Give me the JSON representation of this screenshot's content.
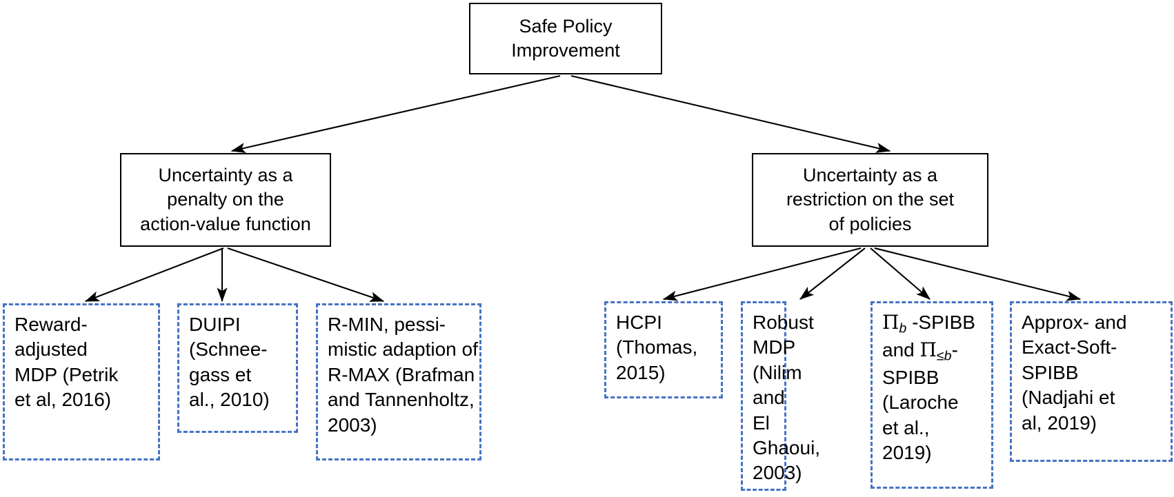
{
  "diagram": {
    "title": "Safe Policy Improvement taxonomy",
    "colors": {
      "box_border": "#000000",
      "dashed_border": "#4472C4",
      "background": "#ffffff",
      "arrow": "#000000"
    },
    "nodes": [
      {
        "id": "root",
        "style": "solid",
        "label": "Safe Policy Improvement",
        "lines": [
          "Safe Policy",
          "Improvement"
        ]
      },
      {
        "id": "penalty",
        "style": "solid",
        "label": "Uncertainty as a penalty on the action-value function",
        "lines": [
          "Uncertainty as a",
          "penalty on the",
          "action-value function"
        ]
      },
      {
        "id": "restriction",
        "style": "solid",
        "label": "Uncertainty as a restriction on the set of policies",
        "lines": [
          "Uncertainty as a",
          "restriction on the set",
          "of policies"
        ]
      },
      {
        "id": "reward-adjusted-mdp",
        "style": "dashed",
        "label": "Reward-adjusted MDP (Petrik et al, 2016)",
        "lines": [
          "Reward-",
          "adjusted",
          "MDP (Petrik",
          "et al, 2016)"
        ]
      },
      {
        "id": "duipi",
        "style": "dashed",
        "label": "DUIPI (Schneegass et al., 2010)",
        "lines": [
          "DUIPI",
          "(Schnee-",
          "gass et",
          "al., 2010)"
        ]
      },
      {
        "id": "r-min",
        "style": "dashed",
        "label": "R-MIN, pessimistic adaption of R-MAX (Brafman and Tannenholtz, 2003)",
        "lines": [
          "R-MIN, pessi-",
          "mistic adaption of",
          "R-MAX (Brafman",
          "and Tannenholtz,",
          "2003)"
        ]
      },
      {
        "id": "hcpi",
        "style": "dashed",
        "label": "HCPI (Thomas, 2015)",
        "lines": [
          "HCPI",
          "(Thomas,",
          "2015)"
        ]
      },
      {
        "id": "robust-mdp",
        "style": "dashed",
        "label": "Robust MDP (Nilim and El Ghaoui, 2003)",
        "lines": [
          "Robust",
          "MDP",
          "(Nilim",
          "and El",
          "Ghaoui,",
          "2003)"
        ]
      },
      {
        "id": "spibb",
        "style": "dashed",
        "label": "Πb -SPIBB and Π≤b-SPIBB (Laroche et al., 2019)",
        "lines": [
          "Πb -SPIBB",
          "and Π≤b-",
          "SPIBB",
          "(Laroche",
          "et al.,",
          "2019)"
        ]
      },
      {
        "id": "soft-spibb",
        "style": "dashed",
        "label": "Approx- and Exact-Soft-SPIBB (Nadjahi et al, 2019)",
        "lines": [
          "Approx- and",
          "Exact-Soft-",
          "SPIBB",
          "(Nadjahi et",
          "al, 2019)"
        ]
      }
    ],
    "edges": [
      {
        "from": "root",
        "to": "penalty"
      },
      {
        "from": "root",
        "to": "restriction"
      },
      {
        "from": "penalty",
        "to": "reward-adjusted-mdp"
      },
      {
        "from": "penalty",
        "to": "duipi"
      },
      {
        "from": "penalty",
        "to": "r-min"
      },
      {
        "from": "restriction",
        "to": "hcpi"
      },
      {
        "from": "restriction",
        "to": "robust-mdp"
      },
      {
        "from": "restriction",
        "to": "spibb"
      },
      {
        "from": "restriction",
        "to": "soft-spibb"
      }
    ]
  }
}
